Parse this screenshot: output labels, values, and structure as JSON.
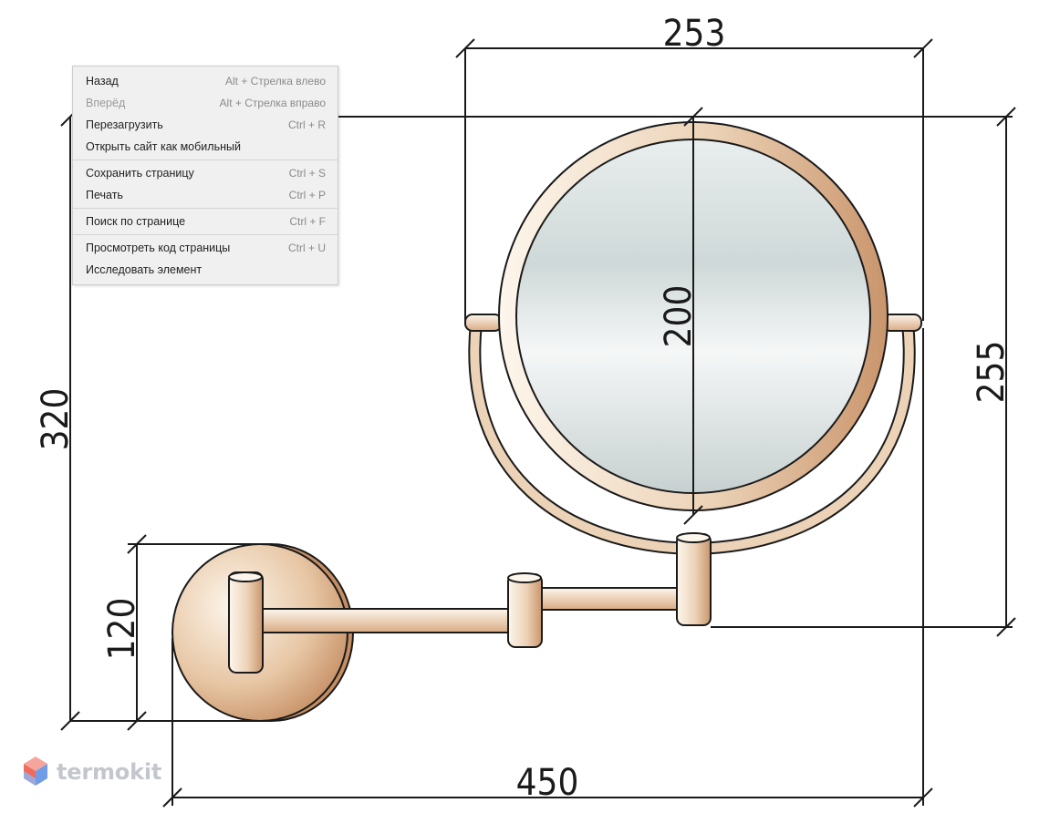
{
  "dimensions": {
    "top_width": "253",
    "height_right": "255",
    "mirror_diameter": "200",
    "total_height": "320",
    "base_height": "120",
    "total_length": "450"
  },
  "context_menu": {
    "groups": [
      [
        {
          "label": "Назад",
          "shortcut": "Alt + Стрелка влево",
          "disabled": false,
          "name": "menu-item-back"
        },
        {
          "label": "Вперёд",
          "shortcut": "Alt + Стрелка вправо",
          "disabled": true,
          "name": "menu-item-forward"
        },
        {
          "label": "Перезагрузить",
          "shortcut": "Ctrl + R",
          "disabled": false,
          "name": "menu-item-reload"
        },
        {
          "label": "Открыть сайт как мобильный",
          "shortcut": "",
          "disabled": false,
          "name": "menu-item-open-mobile"
        }
      ],
      [
        {
          "label": "Сохранить страницу",
          "shortcut": "Ctrl + S",
          "disabled": false,
          "name": "menu-item-save-page"
        },
        {
          "label": "Печать",
          "shortcut": "Ctrl + P",
          "disabled": false,
          "name": "menu-item-print"
        }
      ],
      [
        {
          "label": "Поиск по странице",
          "shortcut": "Ctrl + F",
          "disabled": false,
          "name": "menu-item-find"
        }
      ],
      [
        {
          "label": "Просмотреть код страницы",
          "shortcut": "Ctrl + U",
          "disabled": false,
          "name": "menu-item-view-source"
        },
        {
          "label": "Исследовать элемент",
          "shortcut": "",
          "disabled": false,
          "name": "menu-item-inspect"
        }
      ]
    ]
  },
  "logo": {
    "text": "termokit",
    "icon": "cube-icon"
  },
  "colors": {
    "metal_light": "#fbf2e6",
    "metal_mid": "#e6c4a2",
    "metal_dark": "#c9956c",
    "glass_light": "#f4f6f6",
    "glass_dark": "#c9d2d2",
    "line": "#1a1a1a",
    "logo_red": "#f16a5e",
    "logo_blue": "#6f9ce6"
  }
}
